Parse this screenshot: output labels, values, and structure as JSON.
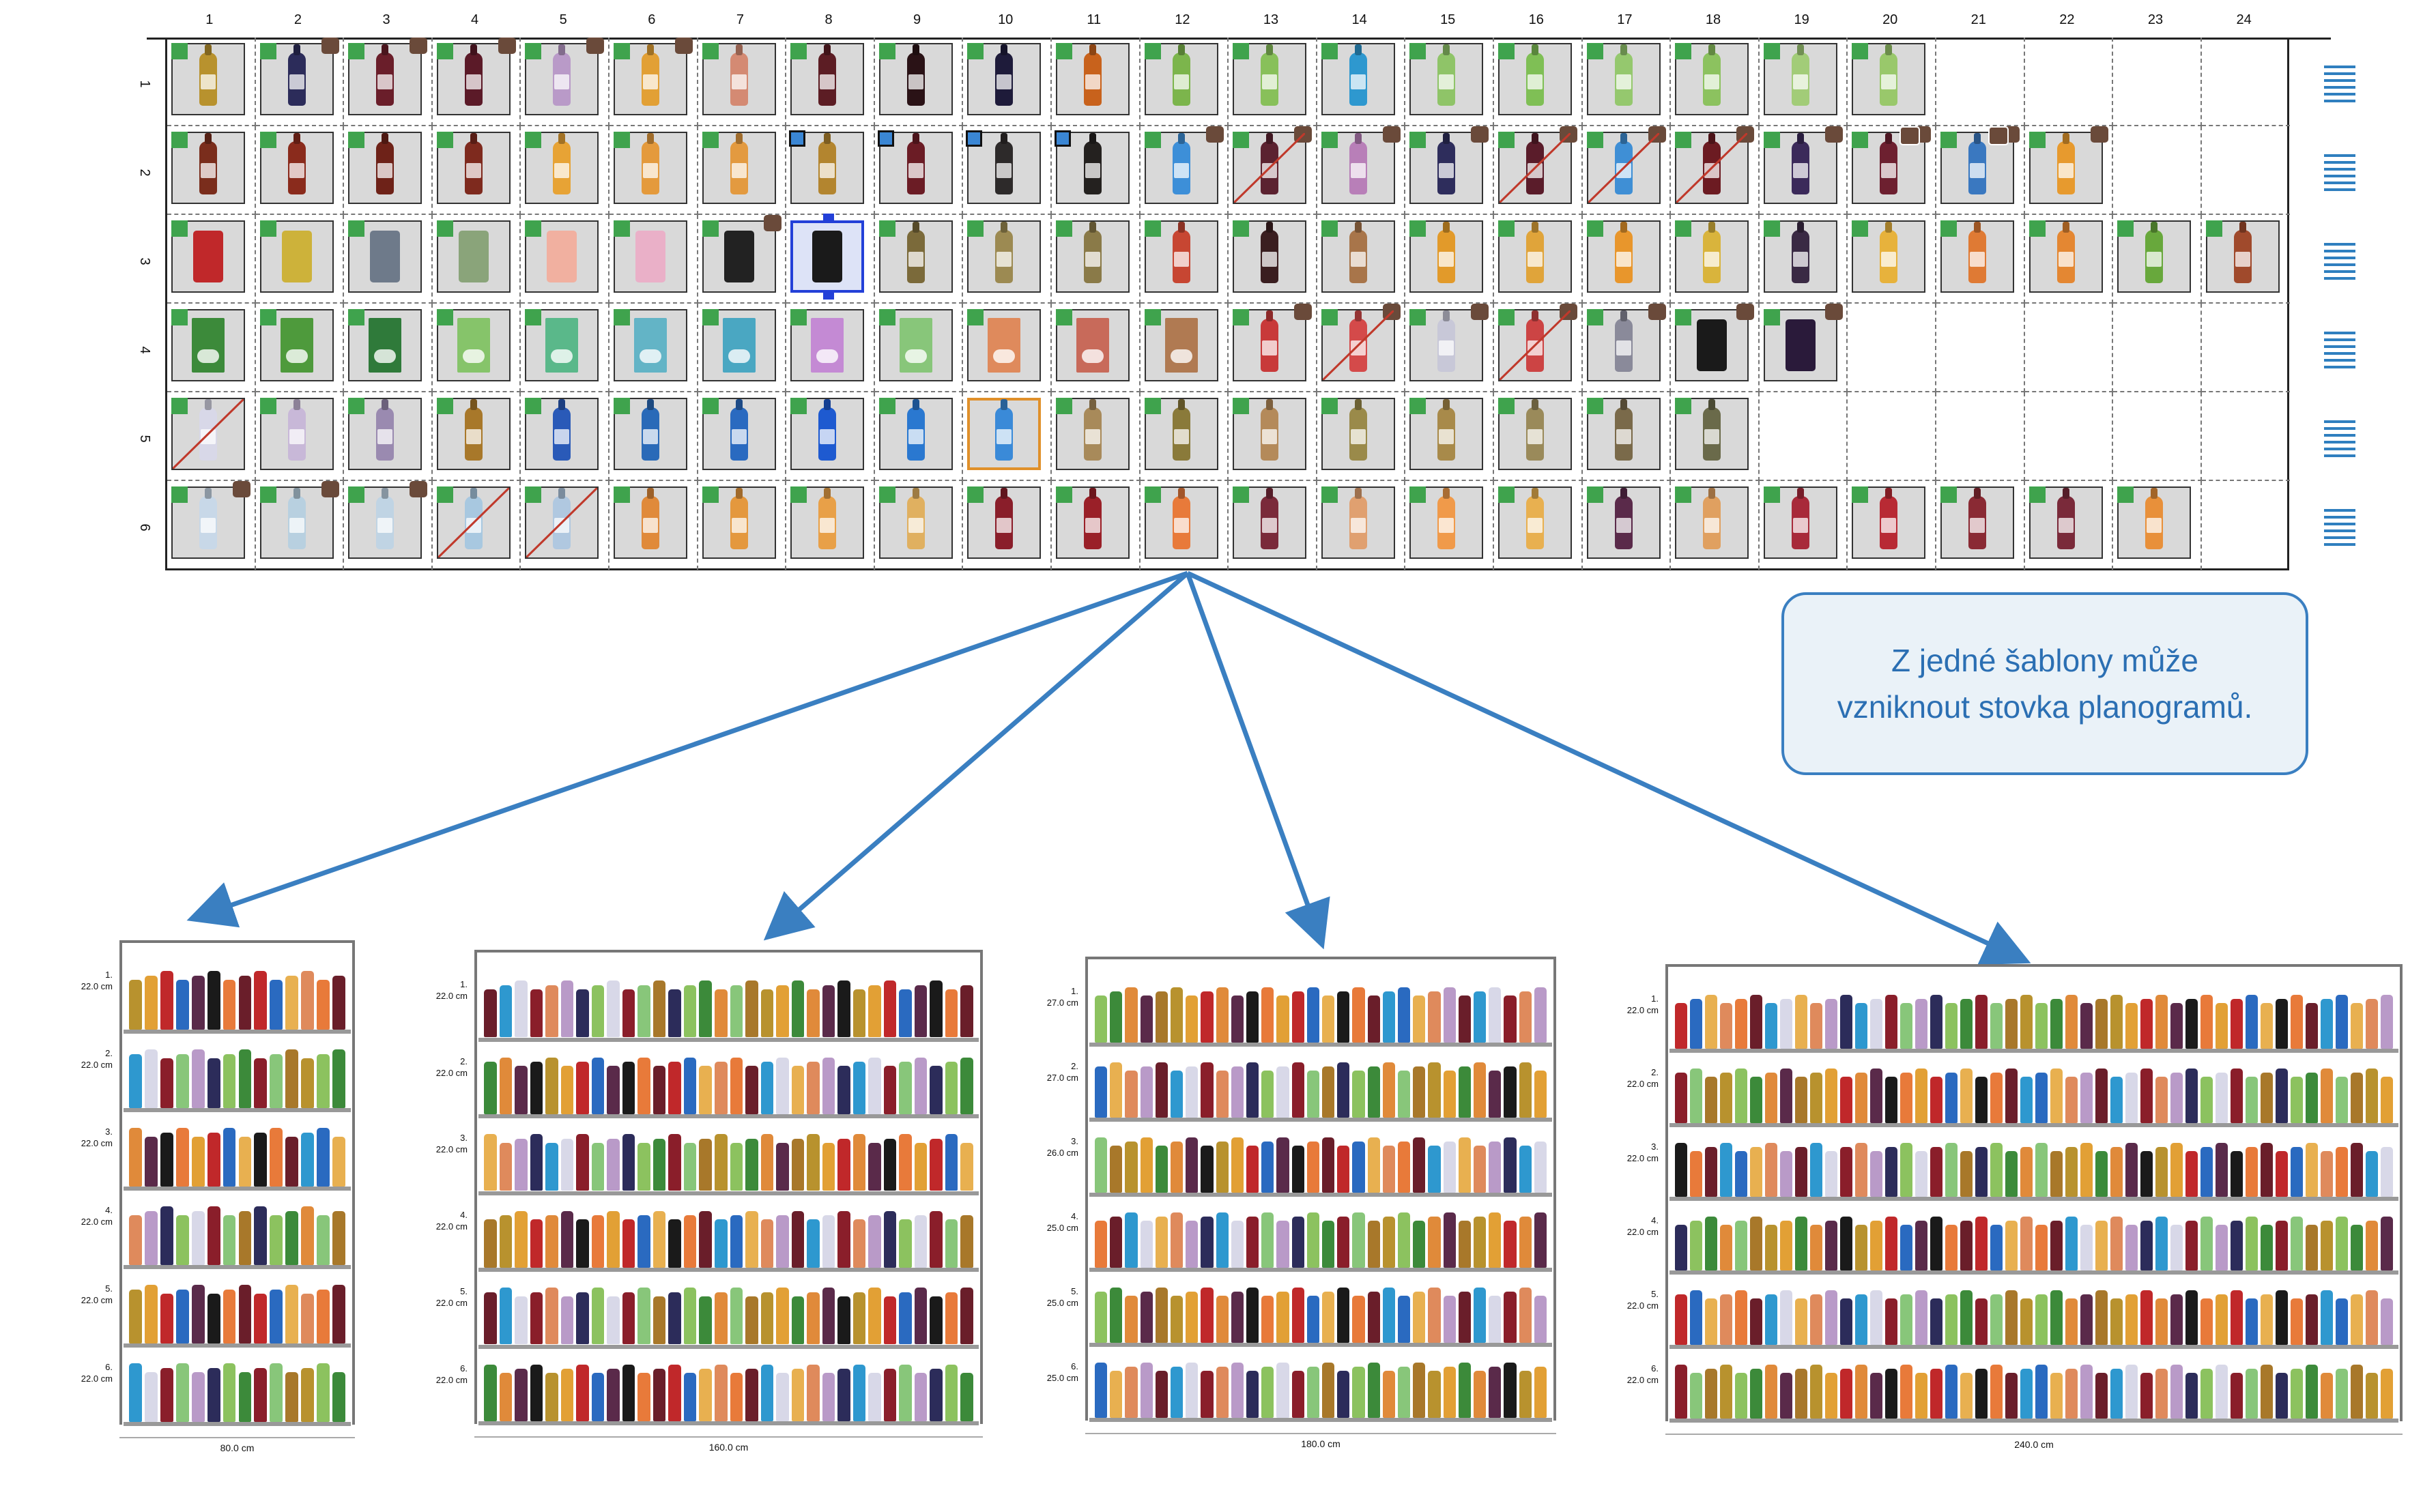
{
  "grid": {
    "columns": [
      "1",
      "2",
      "3",
      "4",
      "5",
      "6",
      "7",
      "8",
      "9",
      "10",
      "11",
      "12",
      "13",
      "14",
      "15",
      "16",
      "17",
      "18",
      "19",
      "20",
      "21",
      "22",
      "23",
      "24"
    ],
    "rows": [
      "1",
      "2",
      "3",
      "4",
      "5",
      "6"
    ],
    "row_products": [
      [
        "bottle:#b8922e:g",
        "bottle:#2c2c5a:gb",
        "bottle:#6a1e2a:gb",
        "bottle:#5b1a28:gb",
        "bottle:#b99ac8:gb",
        "bottle:#e2a035:gb",
        "bottle:#d48a73:g",
        "bottle:#5c1d24:g",
        "bottle:#2a1216:g",
        "bottle:#1e1b3a:g",
        "bottle:#c8621c:g",
        "bottle:#7cb54c:g",
        "bottle:#88c05a:g",
        "bottle:#2e98cf:g",
        "bottle:#8fc468:g",
        "bottle:#7fbf55:g",
        "bottle:#95c86e:g",
        "bottle:#8cc25f:g",
        "bottle:#a2cc78:g",
        "bottle:#99c86b:g",
        "",
        "",
        "",
        ""
      ],
      [
        "bottle:#7a2d1c:g",
        "bottle:#8a2b1c:g",
        "bottle:#6e2218:g",
        "bottle:#7e2a1e:g",
        "bottle:#e7a335:g",
        "bottle:#e49a3c:g",
        "bottle:#e39a40:g",
        "bottle:#b3852f:B",
        "bottle:#6b1c25:B",
        "bottle:#2d2a2a:B",
        "bottle:#24211f:B",
        "bottle:#3d8fd8:gb",
        "bottle:#5b2230:gbx",
        "bottle:#b87fb8:gb",
        "bottle:#2e2d5c:gb",
        "bottle:#5a1c2a:gbx",
        "bottle:#3f8fd5:gbx",
        "bottle:#6c1b22:gbx",
        "bottle:#3b2a5a:gb",
        "bottle:#6d2030:gbb",
        "bottle:#3a78c0:gbb",
        "bottle:#e79a2e:gb",
        "",
        ""
      ],
      [
        "can:#c0282a:g",
        "can:#cdb23a:g",
        "can:#6e7a8a:g",
        "can:#8aa47a:g",
        "can:#f1b0a0:g",
        "can:#eab0c8:g",
        "can:#222222:gb",
        "can:#1a1a1a:S",
        "bottle:#7b6a3a:g",
        "bottle:#9c8a52:g",
        "bottle:#8a7a48:g",
        "bottle:#c74632:g",
        "bottle:#3a1e20:g",
        "bottle:#a8754a:g",
        "bottle:#e29a2a:g",
        "bottle:#e0a43a:g",
        "bottle:#e8962c:g",
        "bottle:#d9b43c:g",
        "bottle:#3a2a44:g",
        "bottle:#e7b23c:g",
        "bottle:#df7a34:g",
        "bottle:#e48732:g",
        "bottle:#68a83c:g",
        "bottle:#a04a2c:g"
      ],
      [
        "carton:#3c8a3a:g",
        "carton:#4e9a3c:g",
        "carton:#2f7a3a:g",
        "carton:#86c46a:g",
        "carton:#5ab88a:g",
        "carton:#63b4c6:g",
        "carton:#4aa7c2:g",
        "carton:#c48ad4:g",
        "carton:#88c67a:g",
        "carton:#df8a5c:g",
        "carton:#c86a5a:g",
        "carton:#b07a52:g",
        "bottle:#c83a3a:gb",
        "bottle:#d44a4a:gbx",
        "bottle:#c8c8d8:gb",
        "bottle:#cc4444:gbx",
        "bottle:#8a8a9a:gb",
        "can:#1a1a1a:gb",
        "can:#2a1a3a:gb",
        "",
        "",
        "",
        "",
        ""
      ],
      [
        "bottle:#d8d8e8:gx",
        "bottle:#c8b8d8:g",
        "bottle:#9a8ab0:g",
        "bottle:#a8782a:g",
        "bottle:#2a5ab8:g",
        "bottle:#2a6ab8:g",
        "bottle:#2a6ac0:g",
        "bottle:#1e5ad0:g",
        "bottle:#2a78d0:g",
        "bottle:#3a8ad8:O",
        "bottle:#a88a5a:g",
        "bottle:#8a7a3a:g",
        "bottle:#b48a5a:g",
        "bottle:#9a8a4a:g",
        "bottle:#a88a4a:g",
        "bottle:#9a8a5a:g",
        "bottle:#7a6a4a:g",
        "bottle:#6a6a4a:g",
        "",
        "",
        "",
        "",
        "",
        ""
      ],
      [
        "bottle:#c8d8e8:gb",
        "bottle:#b8d0e0:gb",
        "bottle:#c0d4e4:gb",
        "bottle:#a8c8e0:gx",
        "bottle:#b0c8e0:gx",
        "bottle:#e08a3a:g",
        "bottle:#e4983e:g",
        "bottle:#e8a048:g",
        "bottle:#e0b060:g",
        "bottle:#8a1e2a:g",
        "bottle:#9a2028:g",
        "bottle:#e87a3a:g",
        "bottle:#7a2a3a:g",
        "bottle:#e0a070:g",
        "bottle:#f09a4a:g",
        "bottle:#e8b050:g",
        "bottle:#5a2a4a:g",
        "bottle:#e0a060:g",
        "bottle:#a82a3a:g",
        "bottle:#b82a34:g",
        "bottle:#8a2a34:g",
        "bottle:#7a2a3a:g",
        "bottle:#e8903a:g",
        ""
      ]
    ]
  },
  "callout": {
    "line1": "Z jedné šablony může",
    "line2": "vzniknout stovka planogramů."
  },
  "planograms": [
    {
      "width_label": "80.0 cm",
      "shelves": [
        {
          "num": "1.",
          "size": "22.0 cm"
        },
        {
          "num": "2.",
          "size": "22.0 cm"
        },
        {
          "num": "3.",
          "size": "22.0 cm"
        },
        {
          "num": "4.",
          "size": "22.0 cm"
        },
        {
          "num": "5.",
          "size": "22.0 cm"
        },
        {
          "num": "6.",
          "size": "22.0 cm"
        }
      ]
    },
    {
      "width_label": "160.0 cm",
      "shelves": [
        {
          "num": "1.",
          "size": "22.0 cm"
        },
        {
          "num": "2.",
          "size": "22.0 cm"
        },
        {
          "num": "3.",
          "size": "22.0 cm"
        },
        {
          "num": "4.",
          "size": "22.0 cm"
        },
        {
          "num": "5.",
          "size": "22.0 cm"
        },
        {
          "num": "6.",
          "size": "22.0 cm"
        }
      ]
    },
    {
      "width_label": "180.0 cm",
      "shelves": [
        {
          "num": "1.",
          "size": "27.0 cm"
        },
        {
          "num": "2.",
          "size": "27.0 cm"
        },
        {
          "num": "3.",
          "size": "26.0 cm"
        },
        {
          "num": "4.",
          "size": "25.0 cm"
        },
        {
          "num": "5.",
          "size": "25.0 cm"
        },
        {
          "num": "6.",
          "size": "25.0 cm"
        }
      ]
    },
    {
      "width_label": "240.0 cm",
      "shelves": [
        {
          "num": "1.",
          "size": "22.0 cm"
        },
        {
          "num": "2.",
          "size": "22.0 cm"
        },
        {
          "num": "3.",
          "size": "22.0 cm"
        },
        {
          "num": "4.",
          "size": "22.0 cm"
        },
        {
          "num": "5.",
          "size": "22.0 cm"
        },
        {
          "num": "6.",
          "size": "22.0 cm"
        }
      ]
    }
  ],
  "colors": {
    "accent": "#3a7fc1",
    "tag_green": "#3fa34d",
    "tag_brown": "#6a4a3a",
    "strike_red": "#c0392b"
  }
}
